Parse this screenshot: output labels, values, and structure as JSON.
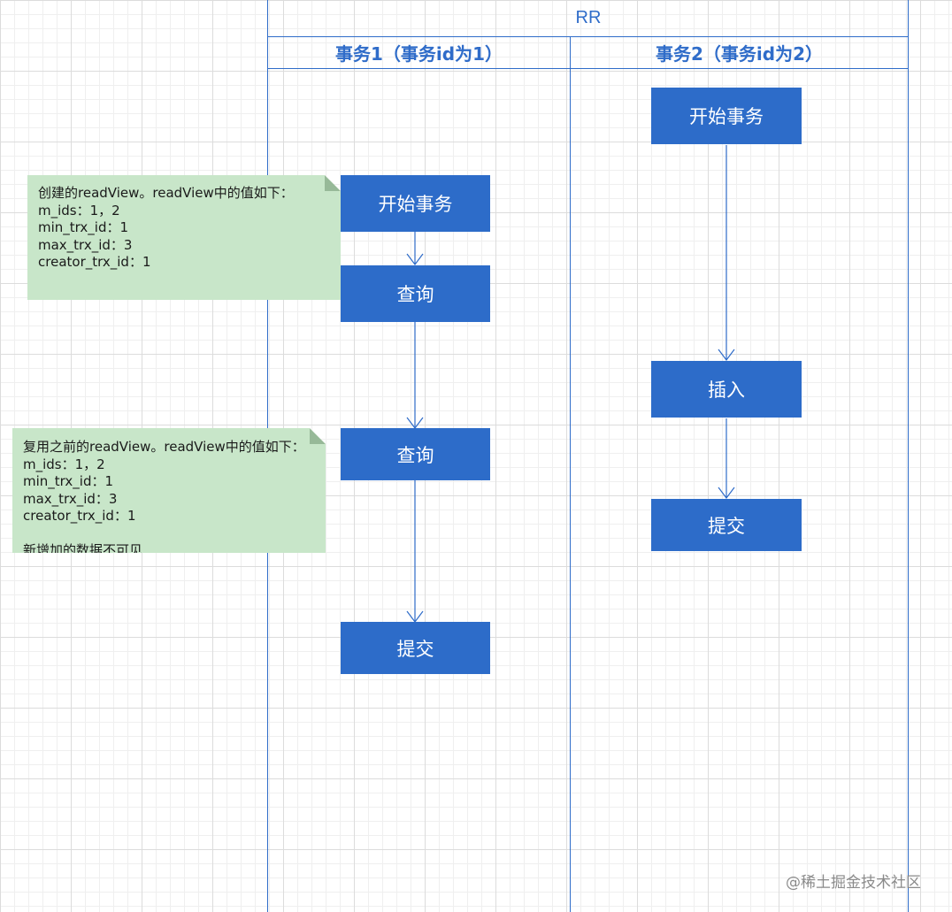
{
  "pool": {
    "title": "RR",
    "lanes": [
      {
        "header": "事务1（事务id为1）"
      },
      {
        "header": "事务2（事务id为2）"
      }
    ]
  },
  "lane1": {
    "steps": [
      "开始事务",
      "查询",
      "查询",
      "提交"
    ]
  },
  "lane2": {
    "steps": [
      "开始事务",
      "插入",
      "提交"
    ]
  },
  "notes": [
    {
      "lines": [
        "创建的readView。readView中的值如下：",
        "m_ids：1，2",
        "min_trx_id：1",
        "max_trx_id：3",
        "creator_trx_id：1"
      ]
    },
    {
      "lines": [
        "复用之前的readView。readView中的值如下：",
        "m_ids：1，2",
        "min_trx_id：1",
        "max_trx_id：3",
        "creator_trx_id：1",
        "",
        "新增加的数据不可见"
      ]
    }
  ],
  "colors": {
    "accent": "#2f6cc9",
    "step_fill": "#2d6cc9",
    "note_fill": "#c8e6c9"
  },
  "watermark": "@稀土掘金技术社区"
}
